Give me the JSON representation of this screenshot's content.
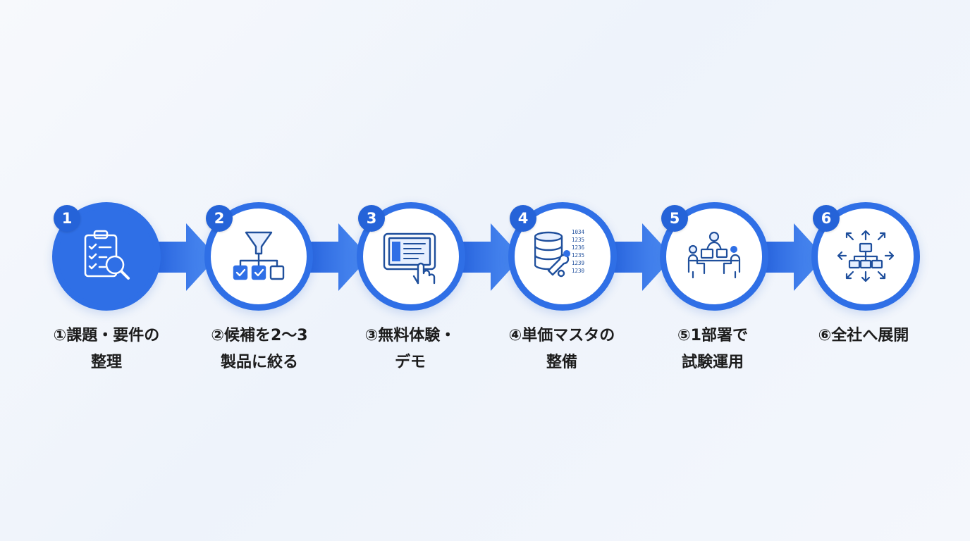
{
  "steps": [
    {
      "number": "1",
      "label_lines": [
        "①課題・要件の",
        "整理"
      ],
      "icon": "checklist-magnifier-icon"
    },
    {
      "number": "2",
      "label_lines": [
        "②候補を2〜3",
        "製品に絞る"
      ],
      "icon": "funnel-filter-icon"
    },
    {
      "number": "3",
      "label_lines": [
        "③無料体験・",
        "デモ"
      ],
      "icon": "tablet-touch-icon"
    },
    {
      "number": "4",
      "label_lines": [
        "④単価マスタの",
        "整備"
      ],
      "icon": "database-tools-icon"
    },
    {
      "number": "5",
      "label_lines": [
        "⑤1部署で",
        "試験運用"
      ],
      "icon": "team-meeting-icon"
    },
    {
      "number": "6",
      "label_lines": [
        "⑥全社へ展開",
        ""
      ],
      "icon": "hierarchy-expand-icon"
    }
  ],
  "database_numbers": [
    "1034",
    "1235",
    "1236",
    "1235",
    "1239",
    "1230"
  ],
  "colors": {
    "accent": "#2f6fe6",
    "badge": "#2563d8",
    "icon_stroke": "#1f4f9c",
    "icon_fill": "#e6efff",
    "check_fill": "#2f6fe6",
    "text": "#1c1c1c"
  }
}
